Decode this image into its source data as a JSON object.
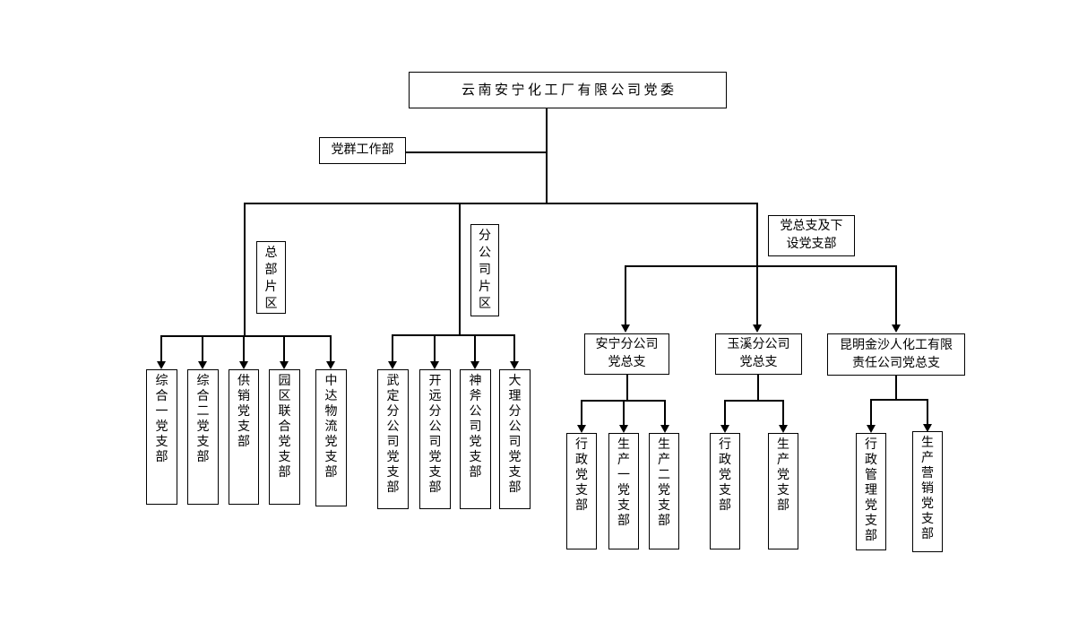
{
  "title": "云南安宁化工厂有限公司党委",
  "staff_dept": "党群工作部",
  "zones": {
    "hq": {
      "label": "总部片区",
      "children": [
        "综合一党支部",
        "综合二党支部",
        "供销党支部",
        "园区联合党支部",
        "中达物流党支部"
      ]
    },
    "branch": {
      "label": "分公司片区",
      "children": [
        "武定分公司党支部",
        "开远分公司党支部",
        "神斧公司党支部",
        "大理分公司党支部"
      ]
    },
    "general": {
      "label": "党总支及下\n设党支部",
      "subgroups": [
        {
          "label": "安宁分公司\n党总支",
          "children": [
            "行政党支部",
            "生产一党支部",
            "生产二党支部"
          ]
        },
        {
          "label": "玉溪分公司\n党总支",
          "children": [
            "行政党支部",
            "生产党支部"
          ]
        },
        {
          "label": "昆明金沙人化工有限\n责任公司党总支",
          "children": [
            "行政管理党支部",
            "生产营销党支部"
          ]
        }
      ]
    }
  }
}
